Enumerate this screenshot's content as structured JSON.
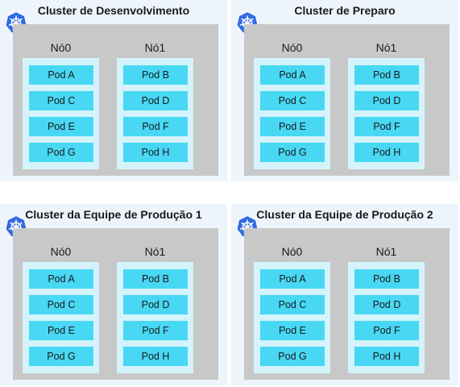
{
  "clusters": [
    {
      "title": "Cluster de Desenvolvimento",
      "nodes": [
        {
          "label": "Nó0",
          "pods": [
            "Pod A",
            "Pod C",
            "Pod E",
            "Pod G"
          ]
        },
        {
          "label": "Nó1",
          "pods": [
            "Pod B",
            "Pod D",
            "Pod F",
            "Pod H"
          ]
        }
      ]
    },
    {
      "title": "Cluster de Preparo",
      "nodes": [
        {
          "label": "Nó0",
          "pods": [
            "Pod A",
            "Pod C",
            "Pod E",
            "Pod G"
          ]
        },
        {
          "label": "Nó1",
          "pods": [
            "Pod B",
            "Pod D",
            "Pod F",
            "Pod H"
          ]
        }
      ]
    },
    {
      "title": "Cluster da Equipe de Produção 1",
      "nodes": [
        {
          "label": "Nó0",
          "pods": [
            "Pod A",
            "Pod C",
            "Pod E",
            "Pod G"
          ]
        },
        {
          "label": "Nó1",
          "pods": [
            "Pod B",
            "Pod D",
            "Pod F",
            "Pod H"
          ]
        }
      ]
    },
    {
      "title": "Cluster da Equipe de Produção 2",
      "nodes": [
        {
          "label": "Nó0",
          "pods": [
            "Pod A",
            "Pod C",
            "Pod E",
            "Pod G"
          ]
        },
        {
          "label": "Nó1",
          "pods": [
            "Pod B",
            "Pod D",
            "Pod F",
            "Pod H"
          ]
        }
      ]
    }
  ],
  "icon": "kubernetes-icon",
  "colors": {
    "cluster_bg": "#eef4fb",
    "node_area": "#c8c8c8",
    "node_bg": "#d4f3fa",
    "pod_bg": "#48d8f4",
    "logo": "#326ce5"
  }
}
